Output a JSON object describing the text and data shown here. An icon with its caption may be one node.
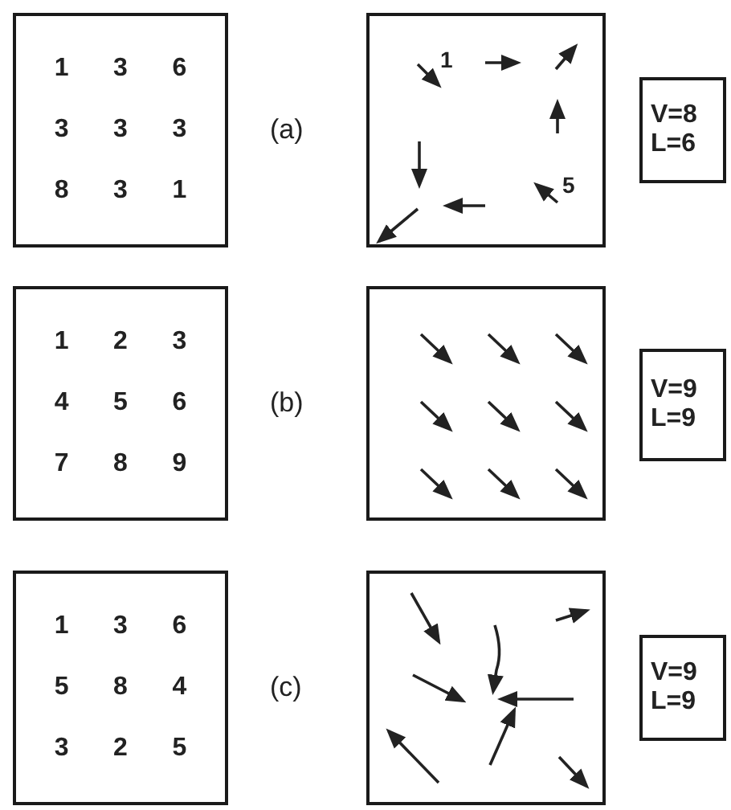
{
  "diagram": {
    "nodes": [
      {
        "text": [
          "1",
          "3",
          "6",
          "3",
          "3",
          "3",
          "8",
          "3",
          "1"
        ]
      },
      {
        "text": [
          "1",
          "5"
        ]
      },
      {
        "text": [
          "V=8",
          "L=6"
        ]
      },
      {
        "text": [
          "1",
          "2",
          "3",
          "4",
          "5",
          "6",
          "7",
          "8",
          "9"
        ]
      },
      {
        "text": [],
        "shape": "box"
      },
      {
        "text": [
          "V=9",
          "L=9"
        ]
      },
      {
        "text": [
          "1",
          "3",
          "6",
          "5",
          "8",
          "4",
          "3",
          "2",
          "5"
        ]
      },
      {
        "text": [],
        "shape": "box"
      },
      {
        "text": [
          "V=9",
          "L=9"
        ]
      }
    ],
    "labels": [
      "(a)",
      "(b)",
      "(c)"
    ]
  }
}
